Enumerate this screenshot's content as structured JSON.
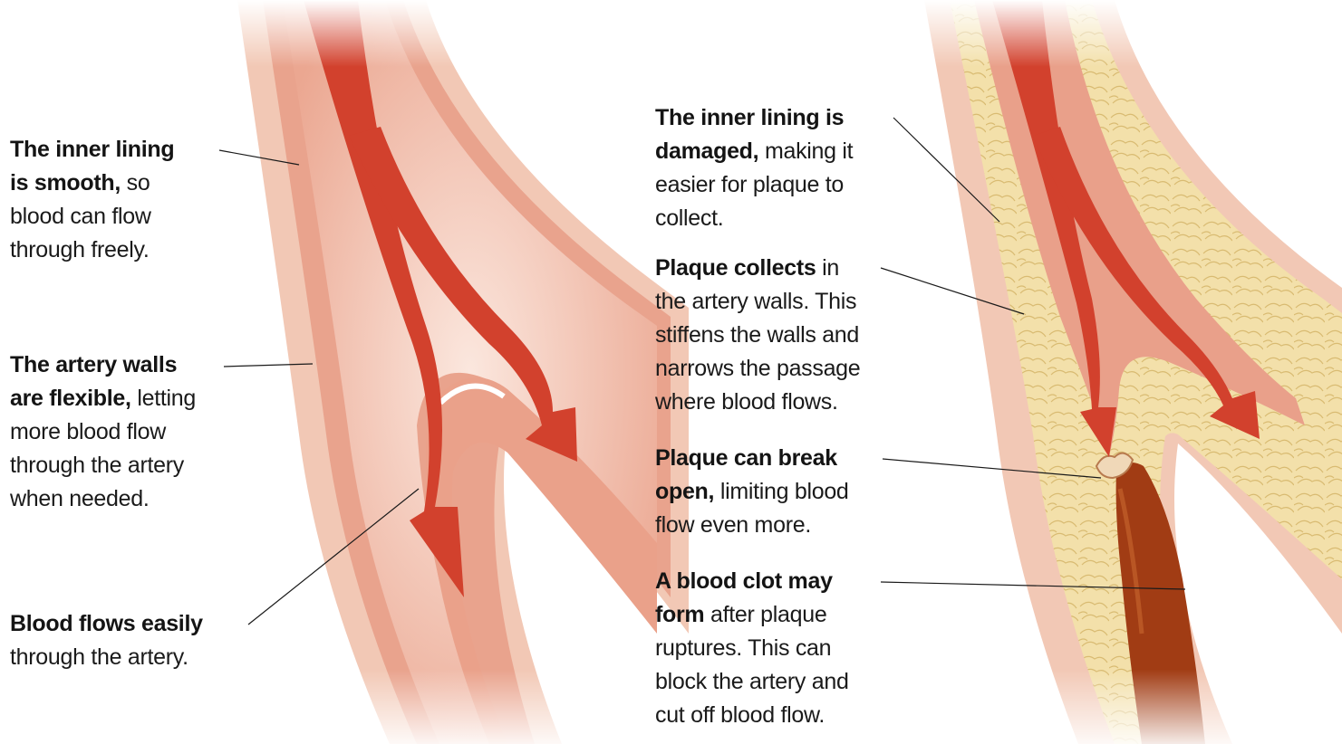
{
  "colors": {
    "wall_outer": "#f0c4b0",
    "wall_inner": "#e89a84",
    "lumen": "#f3d3c5",
    "blood_arrow": "#d2412d",
    "plaque": "#f1dba2",
    "clot": "#9e3a12",
    "leader_line": "#1a1a1a"
  },
  "healthy_labels": [
    {
      "id": "smooth-lining",
      "lines": [
        {
          "bold": "The inner lining",
          "normal": ""
        },
        {
          "bold": "is smooth,",
          "normal": " so"
        },
        {
          "bold": "",
          "normal": "blood can flow"
        },
        {
          "bold": "",
          "normal": "through freely."
        }
      ]
    },
    {
      "id": "flexible-walls",
      "lines": [
        {
          "bold": "The artery walls",
          "normal": ""
        },
        {
          "bold": "are flexible,",
          "normal": " letting"
        },
        {
          "bold": "",
          "normal": "more blood flow"
        },
        {
          "bold": "",
          "normal": "through the artery"
        },
        {
          "bold": "",
          "normal": "when needed."
        }
      ]
    },
    {
      "id": "flows-easily",
      "lines": [
        {
          "bold": "Blood flows easily",
          "normal": ""
        },
        {
          "bold": "",
          "normal": "through the artery."
        }
      ]
    }
  ],
  "diseased_labels": [
    {
      "id": "damaged-lining",
      "lines": [
        {
          "bold": "The inner lining is",
          "normal": ""
        },
        {
          "bold": "damaged,",
          "normal": " making it"
        },
        {
          "bold": "",
          "normal": "easier for plaque to"
        },
        {
          "bold": "",
          "normal": "collect."
        }
      ]
    },
    {
      "id": "plaque-collects",
      "lines": [
        {
          "bold": "Plaque collects",
          "normal": " in"
        },
        {
          "bold": "",
          "normal": "the artery walls. This"
        },
        {
          "bold": "",
          "normal": "stiffens the walls and"
        },
        {
          "bold": "",
          "normal": "narrows the passage"
        },
        {
          "bold": "",
          "normal": "where blood flows."
        }
      ]
    },
    {
      "id": "plaque-break",
      "lines": [
        {
          "bold": "Plaque can break",
          "normal": ""
        },
        {
          "bold": "open,",
          "normal": " limiting blood"
        },
        {
          "bold": "",
          "normal": "flow even more."
        }
      ]
    },
    {
      "id": "blood-clot",
      "lines": [
        {
          "bold": "A blood clot may",
          "normal": ""
        },
        {
          "bold": "form",
          "normal": " after plaque"
        },
        {
          "bold": "",
          "normal": "ruptures. This can"
        },
        {
          "bold": "",
          "normal": "block the artery and"
        },
        {
          "bold": "",
          "normal": "cut off blood flow."
        }
      ]
    }
  ]
}
